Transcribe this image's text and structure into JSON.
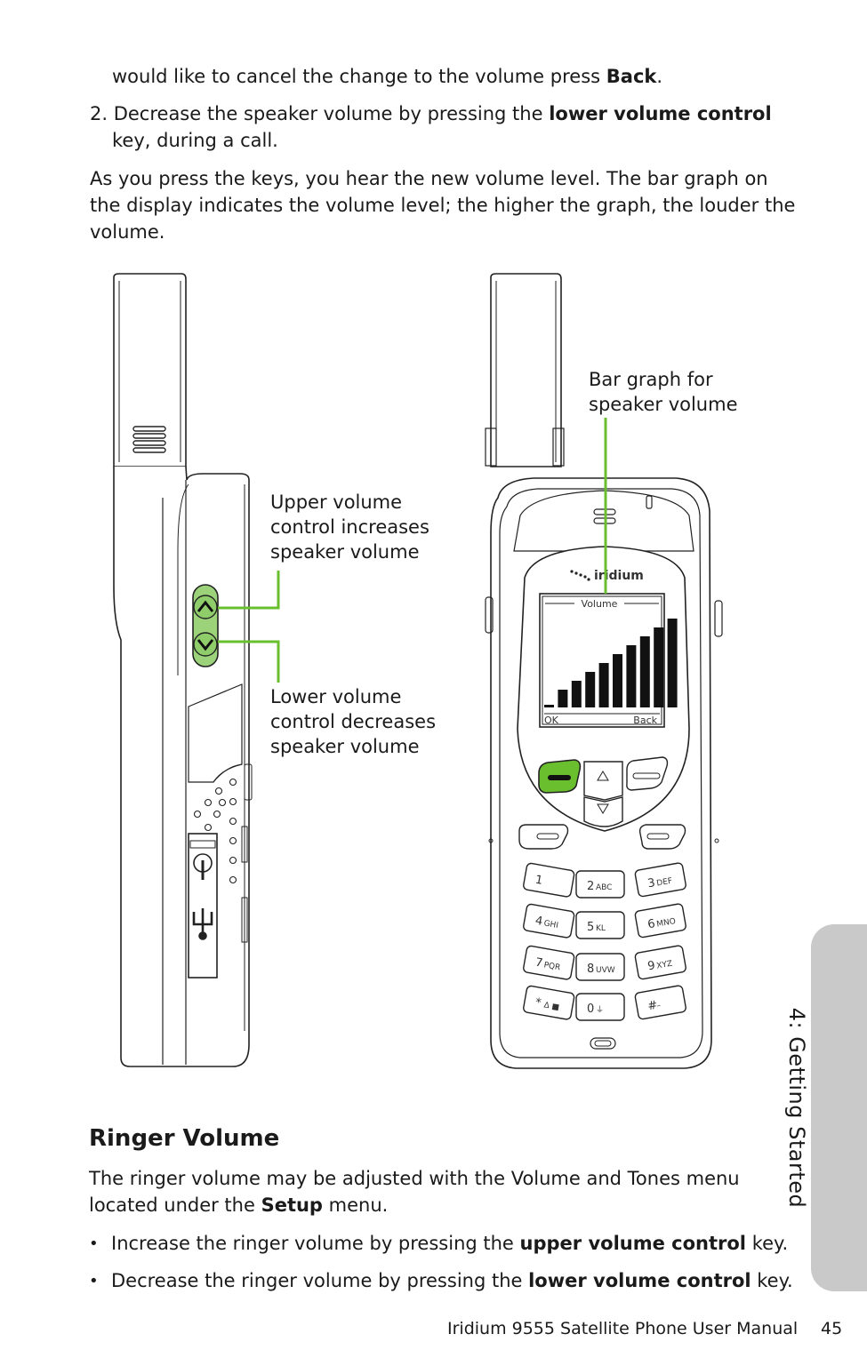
{
  "intro": {
    "line0_pre": "would like to cancel the change to the volume press ",
    "line0_bold": "Back",
    "line0_post": ".",
    "step2_pre": "2. Decrease the speaker volume by pressing the ",
    "step2_bold": "lower volume control",
    "step2_cont": "key, during a call.",
    "para_line1": "As you press the keys, you hear the new volume level. The bar graph on",
    "para_line2": "the display indicates the volume level; the higher the graph, the louder the",
    "para_line3": "volume."
  },
  "figure": {
    "callout_bar_graph": [
      "Bar graph for",
      "speaker volume"
    ],
    "callout_upper": [
      "Upper volume",
      "control increases",
      "speaker volume"
    ],
    "callout_lower": [
      "Lower volume",
      "control decreases",
      "speaker volume"
    ],
    "screen": {
      "brand": "iridium",
      "title": "Volume",
      "left_softkey": "OK",
      "right_softkey": "Back",
      "volume_levels": [
        1,
        2,
        3,
        4,
        5,
        6,
        7,
        8,
        9,
        10
      ],
      "volume_current": 10
    },
    "keypad": {
      "keys": [
        [
          "1",
          ""
        ],
        [
          "2",
          "ABC"
        ],
        [
          "3",
          "DEF"
        ],
        [
          "4",
          "GHI"
        ],
        [
          "5",
          "KL"
        ],
        [
          "6",
          "MNO"
        ],
        [
          "7",
          "PQR"
        ],
        [
          "8",
          "UVW"
        ],
        [
          "9",
          "XYZ"
        ],
        [
          "*",
          "Δ ■"
        ],
        [
          "0",
          "⏚"
        ],
        [
          "#",
          "–"
        ]
      ]
    },
    "accent_color": "#6abf2e"
  },
  "section": {
    "heading": "Ringer Volume",
    "para_line1": "The ringer volume may be adjusted with the Volume and Tones menu",
    "para_line2_pre": "located under the ",
    "para_line2_bold": "Setup",
    "para_line2_post": " menu.",
    "bullets": [
      {
        "pre": "Increase the ringer volume by pressing the ",
        "bold": "upper volume control",
        "post": " key."
      },
      {
        "pre": "Decrease the ringer volume by pressing the ",
        "bold": "lower volume control",
        "post": " key."
      }
    ],
    "bullet_glyph": "•"
  },
  "side_tab": "4: Getting Started",
  "footer": {
    "title": "Iridium 9555 Satellite Phone User Manual",
    "page": "45"
  }
}
